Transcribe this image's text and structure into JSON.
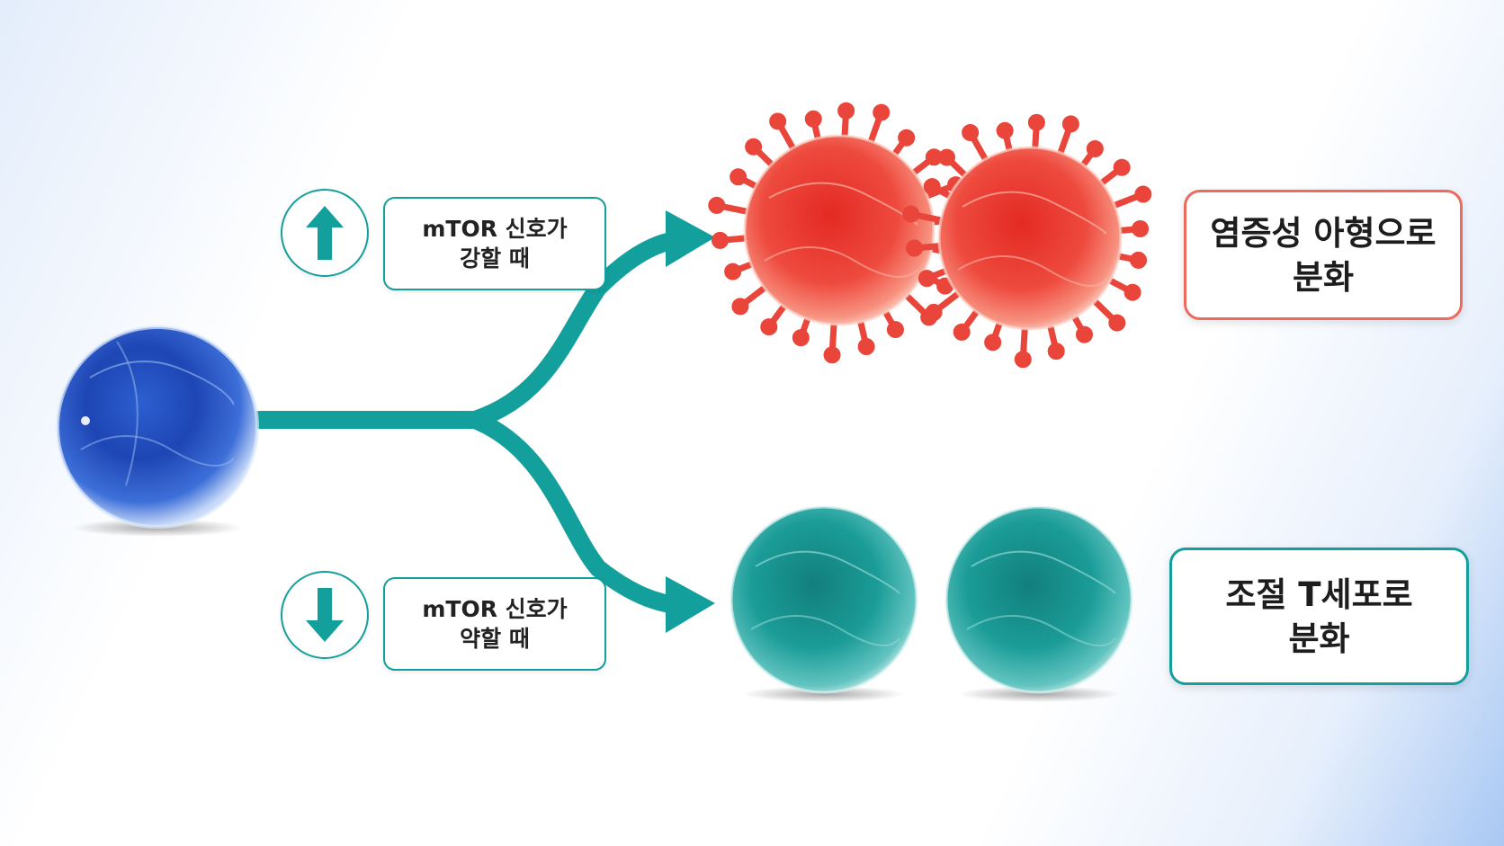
{
  "diagram": {
    "branches": {
      "up": {
        "arrow_icon": "arrow-up-icon",
        "condition_line1": "mTOR 신호가",
        "condition_line2": "강할 때",
        "result_line1": "염증성 아형으로",
        "result_line2": "분화",
        "color": "#ef6a5e"
      },
      "down": {
        "arrow_icon": "arrow-down-icon",
        "condition_line1": "mTOR 신호가",
        "condition_line2": "약할 때",
        "result_line1": "조절 T세포로",
        "result_line2": "분화",
        "color": "#139f9c"
      }
    },
    "colors": {
      "accent": "#139f9c",
      "source_cell": "#1a3fa8",
      "inflammatory_cell": "#e5352c",
      "regulatory_cell": "#17908d"
    }
  }
}
